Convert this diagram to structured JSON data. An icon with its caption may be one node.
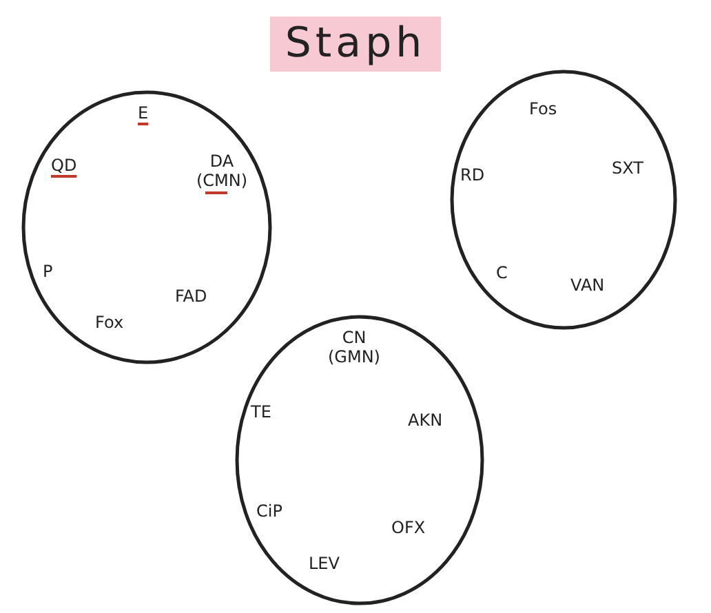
{
  "diagram": {
    "title": "Staph",
    "nodes": [
      {
        "text": [
          "E",
          "QD",
          "DA (CMN)",
          "P",
          "FAD",
          "Fox"
        ]
      },
      {
        "text": [
          "Fos",
          "RD",
          "SXT",
          "C",
          "VAN"
        ]
      },
      {
        "text": [
          "CN (GMN)",
          "TE",
          "AKN",
          "CiP",
          "OFX",
          "LEV"
        ]
      }
    ],
    "edges": []
  }
}
